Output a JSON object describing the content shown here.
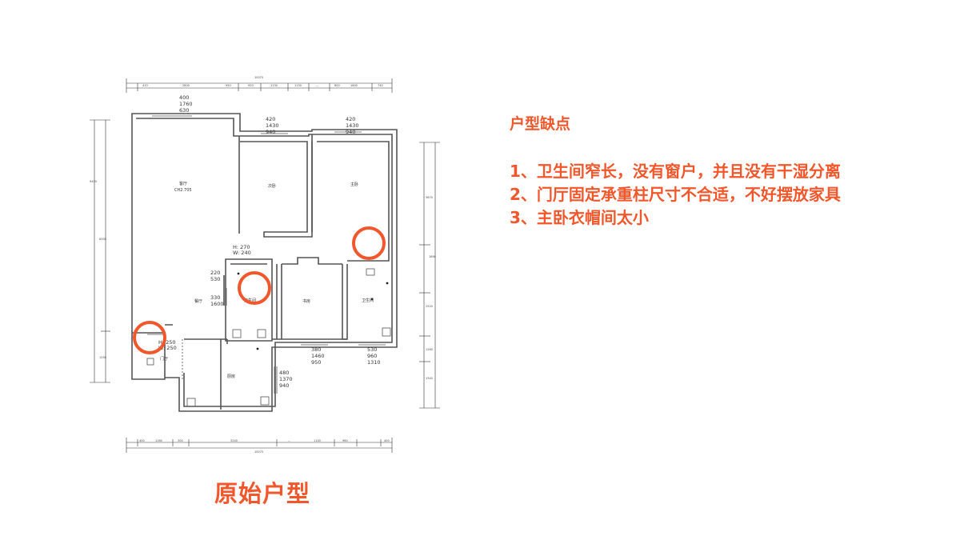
{
  "plan": {
    "rooms": {
      "living": "客厅",
      "living_ch": "CH2.705",
      "second_bedroom": "次卧",
      "master_bedroom": "主卧",
      "bathroom_1": "卫生间",
      "dining": "餐厅",
      "study": "书房",
      "bathroom_2": "卫生间",
      "foyer": "门厅",
      "kitchen": "厨房"
    },
    "windows": [
      [
        "400",
        "1760",
        "630"
      ],
      [
        "420",
        "1430",
        "940"
      ],
      [
        "420",
        "1430",
        "940"
      ],
      [
        "220",
        "530"
      ],
      [
        "330",
        "1600"
      ],
      [
        "380",
        "1460",
        "950"
      ],
      [
        "530",
        "960",
        "1310"
      ],
      [
        "480",
        "1370",
        "940"
      ]
    ],
    "door_labels": {
      "bath": [
        "H: 270",
        "W: 240"
      ],
      "foyer": [
        "H: 250",
        "W: 250"
      ]
    },
    "top_dims": [
      "410",
      "2800",
      "950",
      "920",
      "1130",
      "1130",
      "...",
      "800",
      "1600",
      "740"
    ],
    "top_total": "10075",
    "bottom_dims": [
      "400",
      "1160",
      "300",
      "3240",
      "...",
      "1140",
      "960",
      "400"
    ],
    "bottom_total": "10075",
    "left_dims": [
      "9450",
      "8350",
      "1250"
    ],
    "right_dims": [
      "3670",
      "1890",
      "2520",
      "1260",
      "1340"
    ]
  },
  "title": "原始户型",
  "notes": {
    "heading": "户型缺点",
    "points": [
      "1、卫生间窄长，没有窗户，并且没有干湿分离",
      "2、门厅固定承重柱尺寸不合适，不好摆放家具",
      "3、主卧衣帽间太小"
    ]
  },
  "colors": {
    "accent": "#f2572c",
    "wall": "#555555",
    "dim_line": "#333333",
    "background": "#ffffff"
  }
}
